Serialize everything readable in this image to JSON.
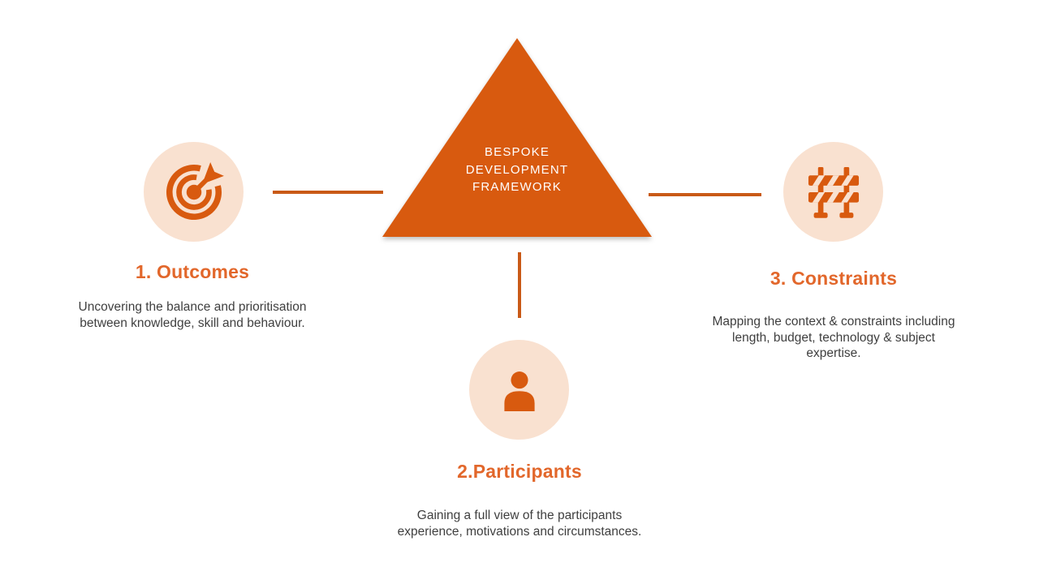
{
  "colors": {
    "triangle": "#d85a0f",
    "icon": "#d85a0f",
    "connector_line": "#c95a17",
    "heading": "#e2672b",
    "circle_background": "#f9e1d0",
    "body_text": "#3f3f3f",
    "triangle_label": "#ffffff",
    "background": "#ffffff"
  },
  "triangle": {
    "line1": "BESPOKE",
    "line2": "DEVELOPMENT",
    "line3": "FRAMEWORK"
  },
  "nodes": [
    {
      "id": "outcomes",
      "icon": "target-icon",
      "title": "1. Outcomes",
      "description": "Uncovering the balance and prioritisation between knowledge, skill and behaviour."
    },
    {
      "id": "participants",
      "icon": "person-icon",
      "title": "2.Participants",
      "description": "Gaining a full view of the participants experience,  motivations and circumstances."
    },
    {
      "id": "constraints",
      "icon": "barrier-icon",
      "title": "3. Constraints",
      "description": "Mapping the context & constraints including length, budget, technology & subject expertise."
    }
  ]
}
